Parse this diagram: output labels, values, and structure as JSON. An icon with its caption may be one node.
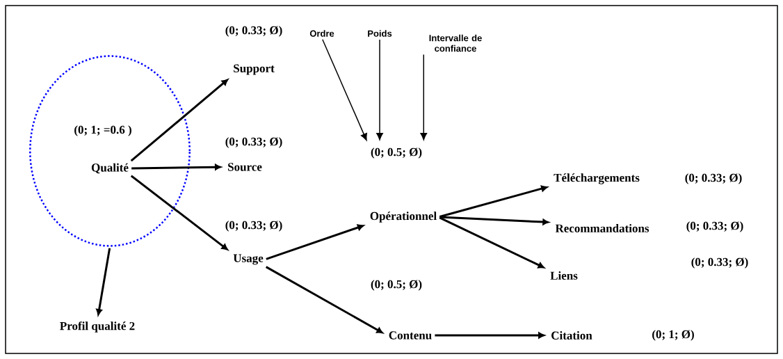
{
  "diagram": {
    "nodes": [
      {
        "text": [],
        "shape": "cloud"
      },
      {
        "text": [
          "Qualité"
        ],
        "in": 0,
        "beside": [
          "(0; 1; =0.6 )"
        ]
      },
      {
        "text": [
          "Support"
        ],
        "beside": [
          "(0; 0.33; Ø)"
        ]
      },
      {
        "text": [
          "Ordre"
        ]
      },
      {
        "text": [
          "Poids"
        ]
      },
      {
        "text": [
          "Intervalle de confiance"
        ]
      },
      {
        "text": [
          "Source"
        ],
        "beside": [
          "(0; 0.33; Ø)"
        ]
      },
      {
        "text": [
          "(0; 0.5; Ø)"
        ]
      },
      {
        "text": [
          "Téléchargements"
        ],
        "beside": [
          "(0; 0.33; Ø)"
        ]
      },
      {
        "text": [
          "Opérationnel"
        ]
      },
      {
        "text": [
          "Recommandations"
        ],
        "beside": [
          "(0; 0.33; Ø)"
        ]
      },
      {
        "text": [
          "Usage"
        ],
        "beside": [
          "(0; 0.33; Ø)"
        ]
      },
      {
        "text": [
          "Liens"
        ],
        "beside": [
          "(0; 0.33; Ø)"
        ]
      },
      {
        "text": [
          "Contenu"
        ],
        "beside": [
          "(0; 0.5; Ø)"
        ]
      },
      {
        "text": [
          "Profil qualité 2"
        ]
      },
      {
        "text": [
          "Citation"
        ],
        "beside": [
          "(0; 1; Ø)"
        ]
      }
    ],
    "edges": [
      {
        "from": 1,
        "to": 2,
        "arrow": "to"
      },
      {
        "from": 1,
        "to": 6,
        "arrow": "to"
      },
      {
        "from": 1,
        "to": 11,
        "arrow": "to"
      },
      {
        "from": 3,
        "to": 7,
        "arrow": "to"
      },
      {
        "from": 4,
        "to": 7,
        "arrow": "to"
      },
      {
        "from": 5,
        "to": 7,
        "arrow": "to"
      },
      {
        "from": 11,
        "to": 9,
        "arrow": "to"
      },
      {
        "from": 11,
        "to": 13,
        "arrow": "to"
      },
      {
        "from": 9,
        "to": 8,
        "arrow": "to"
      },
      {
        "from": 9,
        "to": 10,
        "arrow": "to"
      },
      {
        "from": 9,
        "to": 12,
        "arrow": "to"
      },
      {
        "from": 13,
        "to": 15,
        "arrow": "to"
      },
      {
        "from": 0,
        "to": 14,
        "arrow": "to"
      }
    ]
  }
}
